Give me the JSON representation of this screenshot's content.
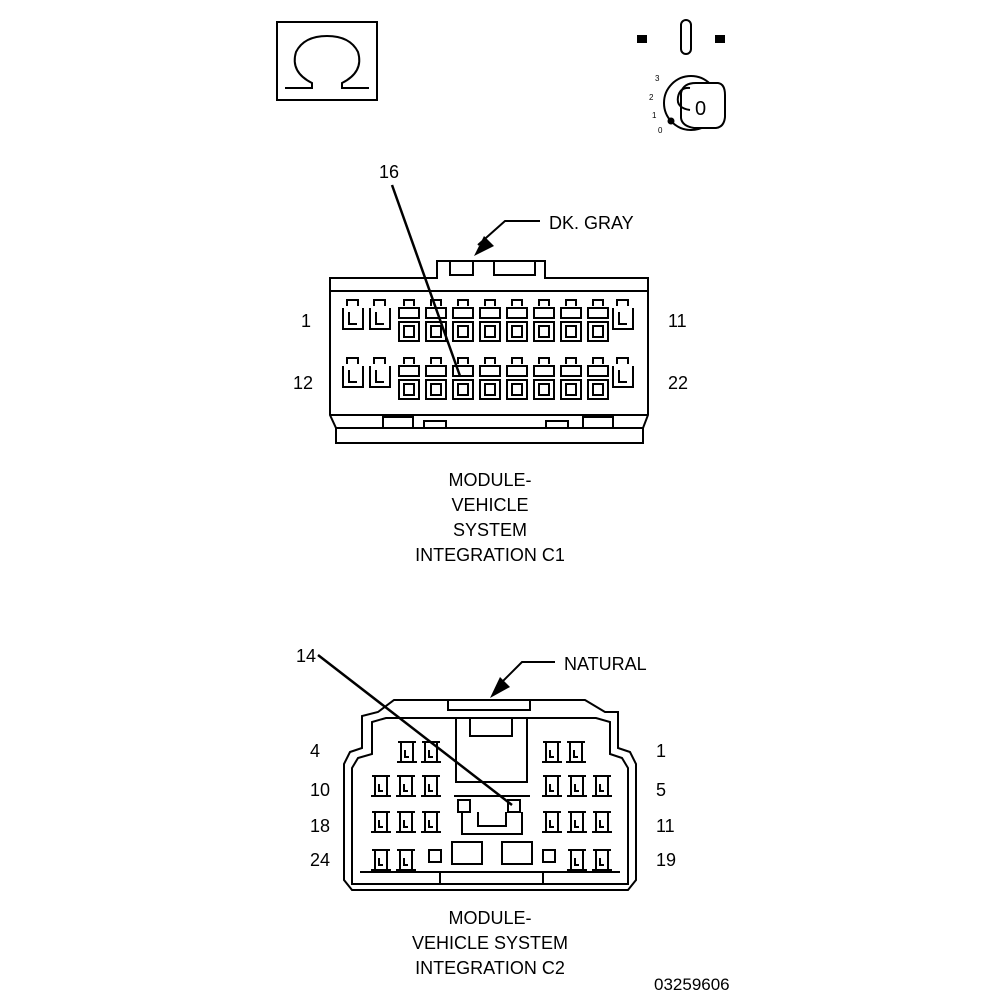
{
  "ignition": {
    "positions": [
      "3",
      "2",
      "1",
      "0"
    ],
    "key_letter": "0"
  },
  "connector_c1": {
    "color": "DK. GRAY",
    "callout": "16",
    "pin_top_left": "1",
    "pin_top_right": "11",
    "pin_bottom_left": "12",
    "pin_bottom_right": "22",
    "caption_lines": [
      "MODULE-",
      "VEHICLE",
      "SYSTEM",
      "INTEGRATION C1"
    ]
  },
  "connector_c2": {
    "color": "NATURAL",
    "callout": "14",
    "row_labels_left": [
      "4",
      "10",
      "18",
      "24"
    ],
    "row_labels_right": [
      "1",
      "5",
      "11",
      "19"
    ],
    "caption_lines": [
      "MODULE-",
      "VEHICLE SYSTEM",
      "INTEGRATION C2"
    ]
  },
  "figure_id": "03259606"
}
